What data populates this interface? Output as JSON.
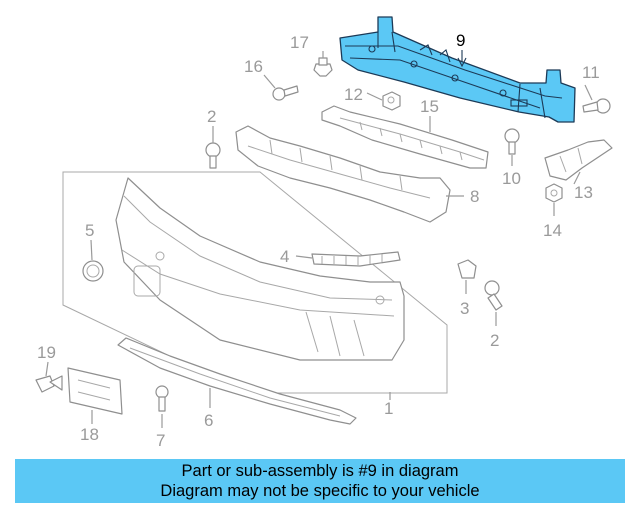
{
  "colors": {
    "highlight": "#5bc8f5",
    "callout": "#9a9a9a",
    "banner": "#5bc8f5"
  },
  "callouts": [
    {
      "id": "c17",
      "text": "17"
    },
    {
      "id": "c16",
      "text": "16"
    },
    {
      "id": "c9",
      "text": "9"
    },
    {
      "id": "c11",
      "text": "11"
    },
    {
      "id": "c12",
      "text": "12"
    },
    {
      "id": "c15",
      "text": "15"
    },
    {
      "id": "c2a",
      "text": "2"
    },
    {
      "id": "c10",
      "text": "10"
    },
    {
      "id": "c13",
      "text": "13"
    },
    {
      "id": "c8",
      "text": "8"
    },
    {
      "id": "c14",
      "text": "14"
    },
    {
      "id": "c5",
      "text": "5"
    },
    {
      "id": "c4",
      "text": "4"
    },
    {
      "id": "c3",
      "text": "3"
    },
    {
      "id": "c2b",
      "text": "2"
    },
    {
      "id": "c19",
      "text": "19"
    },
    {
      "id": "c1",
      "text": "1"
    },
    {
      "id": "c6",
      "text": "6"
    },
    {
      "id": "c18",
      "text": "18"
    },
    {
      "id": "c7",
      "text": "7"
    }
  ],
  "banner": {
    "line1": "Part or sub-assembly is #9 in diagram",
    "line2": "Diagram may not be specific to your vehicle"
  }
}
